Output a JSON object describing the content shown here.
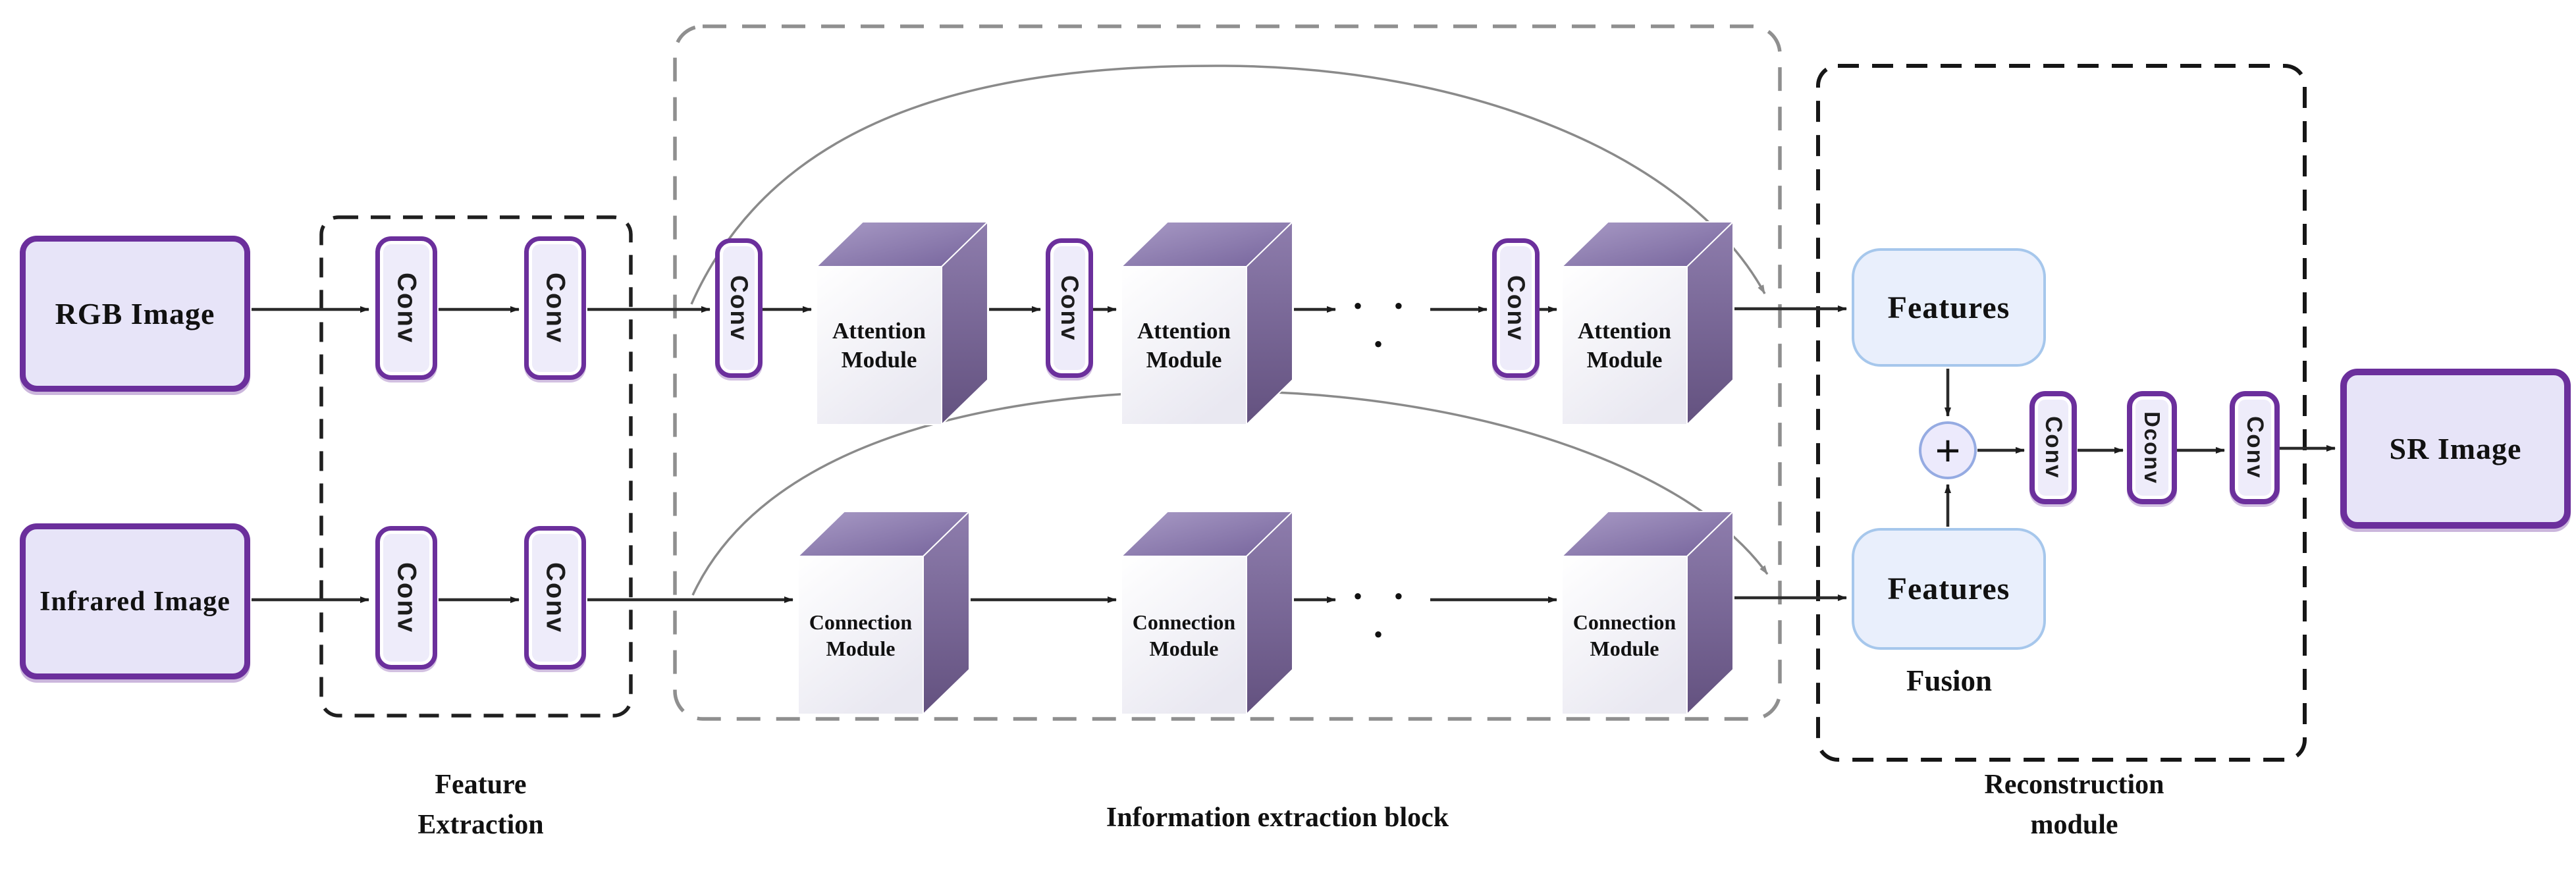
{
  "inputs": {
    "rgb_label": "RGB Image",
    "infrared_label": "Infrared Image"
  },
  "labels": {
    "conv": "Conv",
    "dconv": "Dconv",
    "dots": "· · ·",
    "plus": "+",
    "features": "Features",
    "fusion": "Fusion",
    "sr_label": "SR Image"
  },
  "modules": {
    "attention": {
      "line1": "Attention",
      "line2": "Module"
    },
    "connection": {
      "line1": "Connection",
      "line2": "Module"
    }
  },
  "captions": {
    "feature_extraction_line1": "Feature",
    "feature_extraction_line2": "Extraction",
    "information_block": "Information extraction block",
    "reconstruction_line1": "Reconstruction",
    "reconstruction_line2": "module"
  },
  "colors": {
    "purple_border": "#6b2f9c",
    "lavender_fill": "#e7e4f8",
    "pill_fill": "#eeecfa",
    "cube_top": "#9b8cba",
    "cube_side": "#77659d",
    "features_fill": "#e9effc",
    "features_border": "#a6c7ec",
    "arc_gray": "#8a8a8a",
    "line_black": "#2b2b2b"
  }
}
